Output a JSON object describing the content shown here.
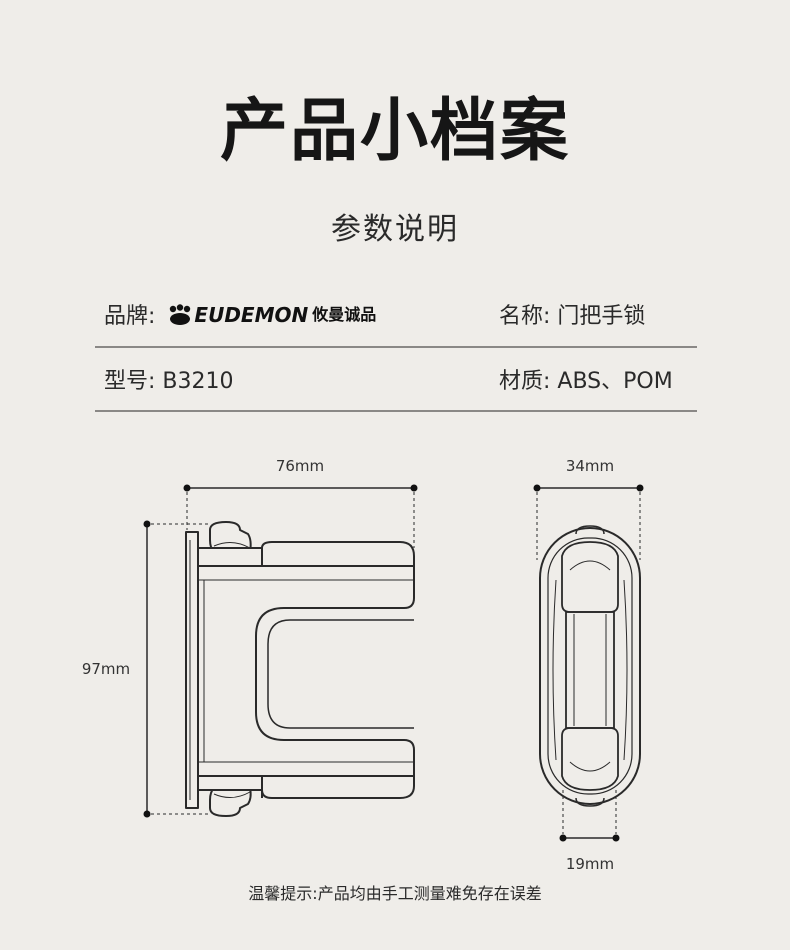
{
  "title": "产品小档案",
  "subtitle": "参数说明",
  "specs": {
    "brand_label": "品牌:",
    "brand_logo_text": "EUDEMON",
    "brand_cn": "攸曼诚品",
    "name_label": "名称:",
    "name_value": "门把手锁",
    "model_label": "型号:",
    "model_value": "B3210",
    "material_label": "材质:",
    "material_value": "ABS、POM"
  },
  "dimensions": {
    "width_front": "76mm",
    "height_front": "97mm",
    "width_side": "34mm",
    "bottom_side": "19mm"
  },
  "note": "温馨提示:产品均由手工测量难免存在误差",
  "icons": {
    "brand": "paw-icon"
  },
  "colors": {
    "background": "#efede9",
    "line": "#2a2a2a"
  }
}
